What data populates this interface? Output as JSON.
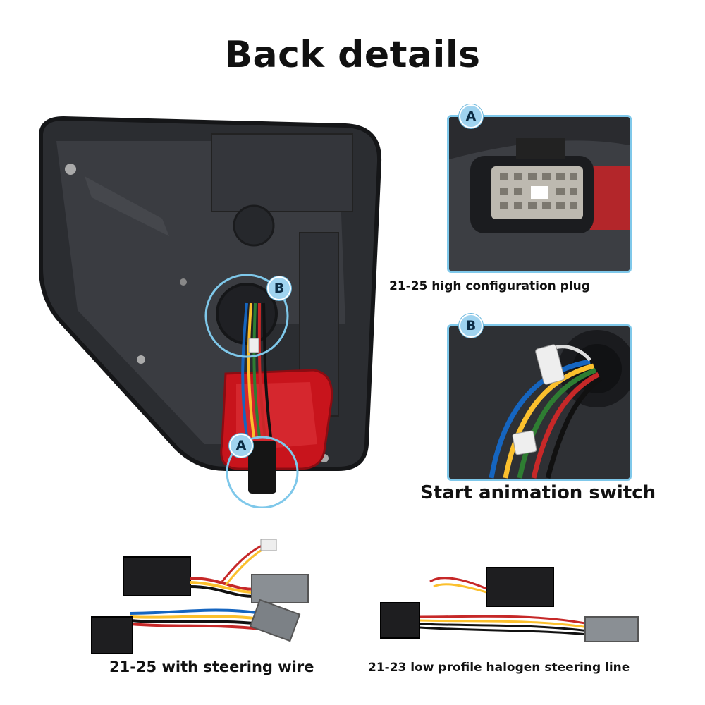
{
  "title": "Back details",
  "callouts": {
    "a": "A",
    "b": "B"
  },
  "captions": {
    "plug": "21-25 high configuration plug",
    "switch": "Start animation switch",
    "steering_wire": "21-25 with steering wire",
    "halogen_line": "21-23 low profile halogen steering line"
  },
  "colors": {
    "callout_ring": "#7fc8ea",
    "housing": "#2e3034",
    "red_lens": "#c8141c"
  }
}
